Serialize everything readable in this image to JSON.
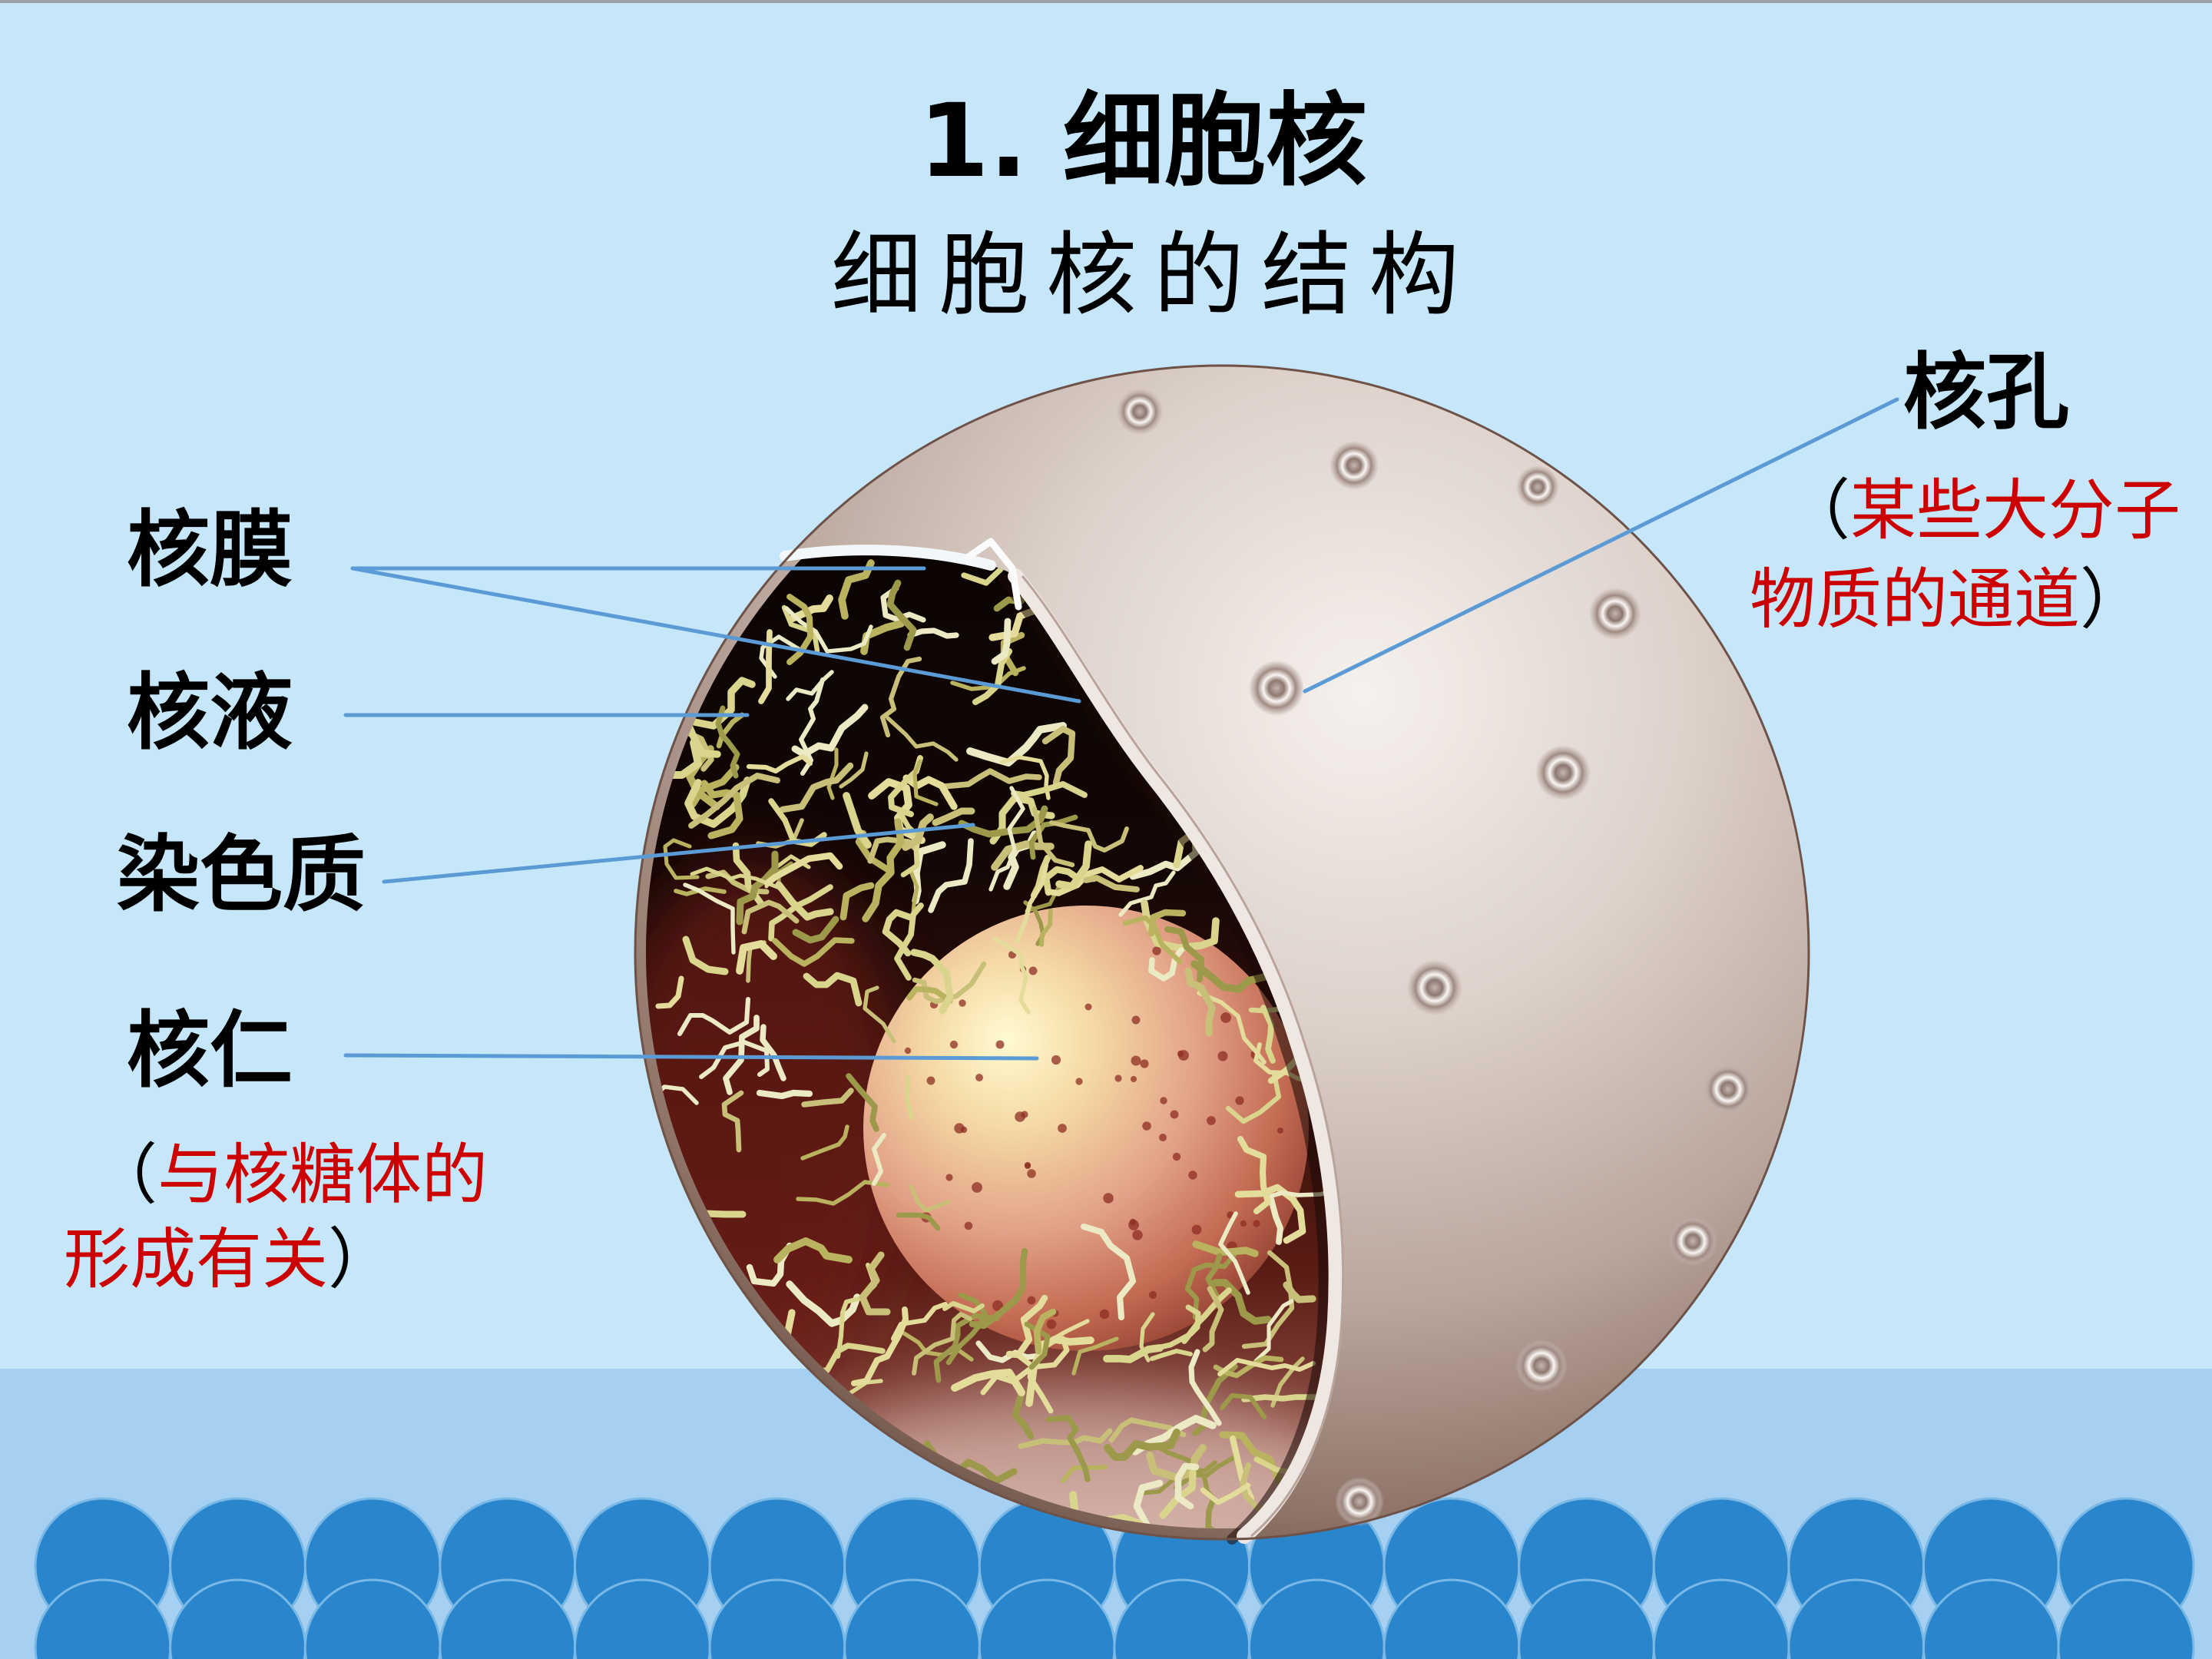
{
  "slide": {
    "title": "1. 细胞核",
    "subtitle": "细胞核的结构"
  },
  "labels": {
    "nuclear_membrane": "核膜",
    "nucleoplasm": "核液",
    "chromatin": "染色质",
    "nucleolus": "核仁",
    "nuclear_pore": "核孔"
  },
  "notes": {
    "nuclear_pore": {
      "open": "（",
      "line1": "某些大分子",
      "line2": "物质的通道",
      "close": "）"
    },
    "nucleolus": {
      "open": "（",
      "line1": "与核糖体的",
      "line2": "形成有关",
      "close": "）"
    }
  },
  "colors": {
    "background": "#c6e7fa",
    "band": "#a6d0f2",
    "scallop": "#2a86cc",
    "scallop_outline": "#7ab8e6",
    "leader_line": "#5b9bd5",
    "note_text": "#cc0000",
    "label_text": "#000000"
  }
}
